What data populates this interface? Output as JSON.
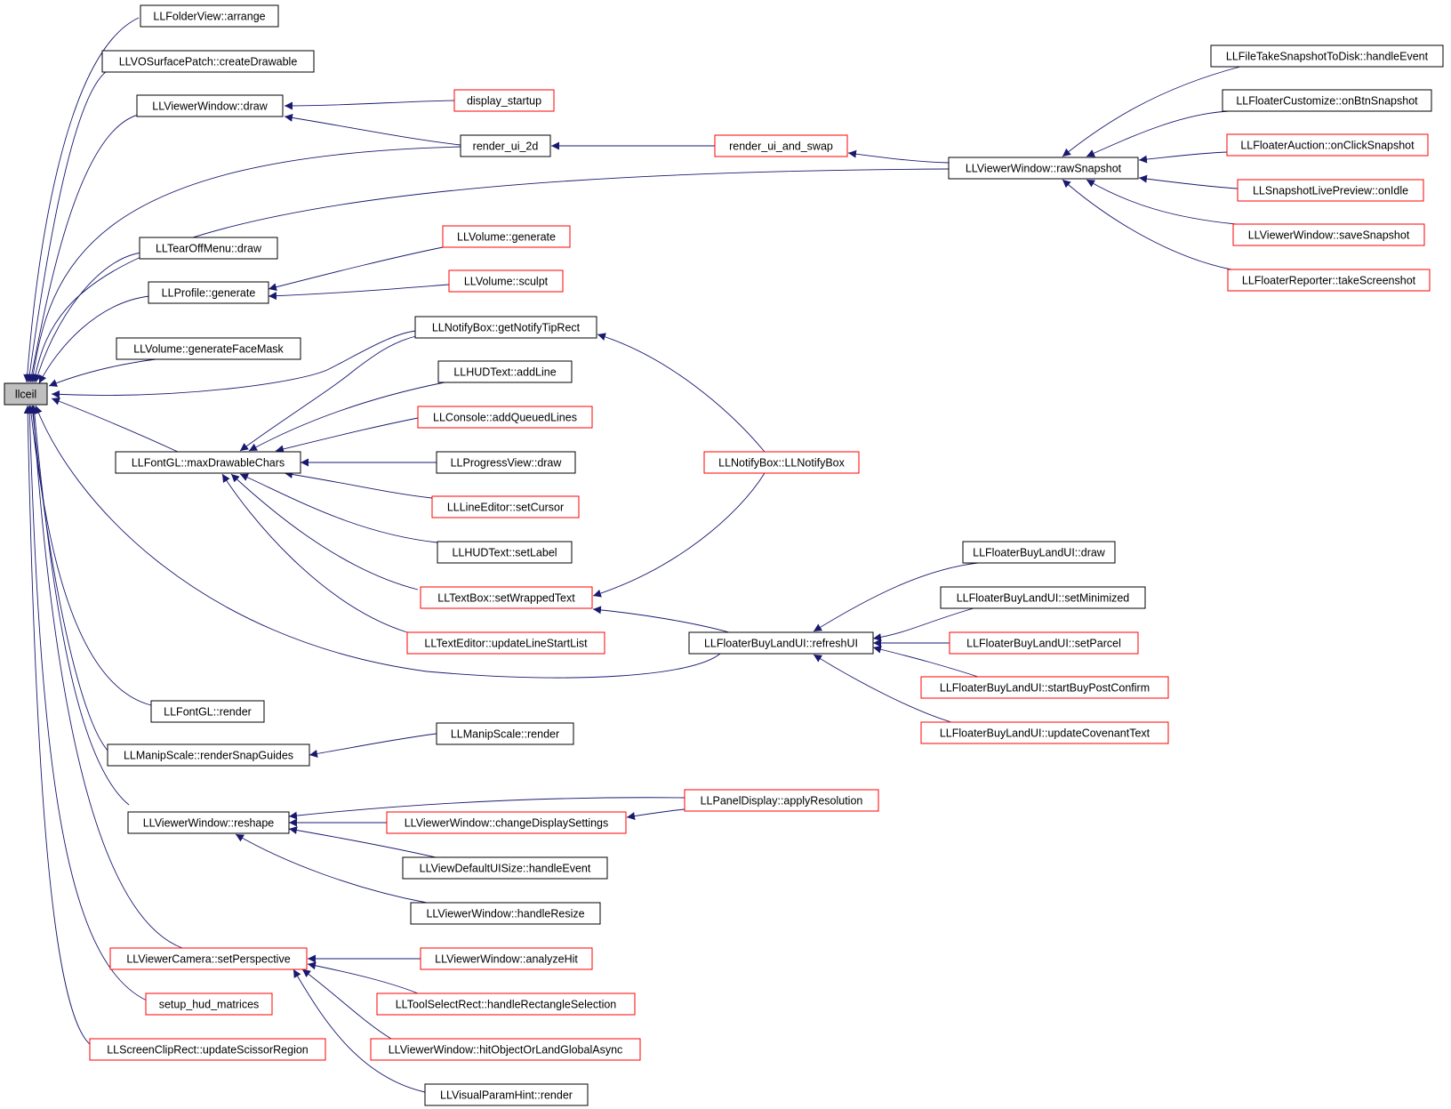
{
  "colors": {
    "edge": "#191970",
    "border_documented": "#000000",
    "border_undocumented": "#ff0000",
    "root_fill": "#bfbfbf",
    "node_fill": "#ffffff"
  },
  "nodes": [
    {
      "id": "llceil",
      "label": "llceil",
      "style": "root"
    },
    {
      "id": "n1",
      "label": "LLFolderView::arrange",
      "style": "black"
    },
    {
      "id": "n2",
      "label": "LLVOSurfacePatch::createDrawable",
      "style": "black"
    },
    {
      "id": "n3",
      "label": "LLViewerWindow::draw",
      "style": "black"
    },
    {
      "id": "n4",
      "label": "display_startup",
      "style": "red"
    },
    {
      "id": "n5",
      "label": "render_ui_2d",
      "style": "black"
    },
    {
      "id": "n6",
      "label": "render_ui_and_swap",
      "style": "red"
    },
    {
      "id": "n7",
      "label": "LLViewerWindow::rawSnapshot",
      "style": "black"
    },
    {
      "id": "n8",
      "label": "LLFileTakeSnapshotToDisk::handleEvent",
      "style": "black"
    },
    {
      "id": "n9",
      "label": "LLFloaterCustomize::onBtnSnapshot",
      "style": "black"
    },
    {
      "id": "n10",
      "label": "LLFloaterAuction::onClickSnapshot",
      "style": "red"
    },
    {
      "id": "n11",
      "label": "LLSnapshotLivePreview::onIdle",
      "style": "red"
    },
    {
      "id": "n12",
      "label": "LLViewerWindow::saveSnapshot",
      "style": "red"
    },
    {
      "id": "n13",
      "label": "LLFloaterReporter::takeScreenshot",
      "style": "red"
    },
    {
      "id": "n14",
      "label": "LLTearOffMenu::draw",
      "style": "black"
    },
    {
      "id": "n15",
      "label": "LLProfile::generate",
      "style": "black"
    },
    {
      "id": "n16",
      "label": "LLVolume::generate",
      "style": "red"
    },
    {
      "id": "n17",
      "label": "LLVolume::sculpt",
      "style": "red"
    },
    {
      "id": "n18",
      "label": "LLVolume::generateFaceMask",
      "style": "black"
    },
    {
      "id": "n19",
      "label": "LLNotifyBox::getNotifyTipRect",
      "style": "black"
    },
    {
      "id": "n20",
      "label": "LLHUDText::addLine",
      "style": "black"
    },
    {
      "id": "n21",
      "label": "LLConsole::addQueuedLines",
      "style": "red"
    },
    {
      "id": "n22",
      "label": "LLFontGL::maxDrawableChars",
      "style": "black"
    },
    {
      "id": "n23",
      "label": "LLProgressView::draw",
      "style": "black"
    },
    {
      "id": "n24",
      "label": "LLNotifyBox::LLNotifyBox",
      "style": "red"
    },
    {
      "id": "n25",
      "label": "LLLineEditor::setCursor",
      "style": "red"
    },
    {
      "id": "n26",
      "label": "LLHUDText::setLabel",
      "style": "black"
    },
    {
      "id": "n27",
      "label": "LLFloaterBuyLandUI::draw",
      "style": "black"
    },
    {
      "id": "n28",
      "label": "LLTextBox::setWrappedText",
      "style": "red"
    },
    {
      "id": "n29",
      "label": "LLFloaterBuyLandUI::setMinimized",
      "style": "black"
    },
    {
      "id": "n30",
      "label": "LLTextEditor::updateLineStartList",
      "style": "red"
    },
    {
      "id": "n31",
      "label": "LLFloaterBuyLandUI::refreshUI",
      "style": "black"
    },
    {
      "id": "n32",
      "label": "LLFloaterBuyLandUI::setParcel",
      "style": "red"
    },
    {
      "id": "n33",
      "label": "LLFloaterBuyLandUI::startBuyPostConfirm",
      "style": "red"
    },
    {
      "id": "n34",
      "label": "LLFontGL::render",
      "style": "black"
    },
    {
      "id": "n35",
      "label": "LLManipScale::render",
      "style": "black"
    },
    {
      "id": "n36",
      "label": "LLFloaterBuyLandUI::updateCovenantText",
      "style": "red"
    },
    {
      "id": "n37",
      "label": "LLManipScale::renderSnapGuides",
      "style": "black"
    },
    {
      "id": "n38",
      "label": "LLPanelDisplay::applyResolution",
      "style": "red"
    },
    {
      "id": "n39",
      "label": "LLViewerWindow::reshape",
      "style": "black"
    },
    {
      "id": "n40",
      "label": "LLViewerWindow::changeDisplaySettings",
      "style": "red"
    },
    {
      "id": "n41",
      "label": "LLViewDefaultUISize::handleEvent",
      "style": "black"
    },
    {
      "id": "n42",
      "label": "LLViewerWindow::handleResize",
      "style": "black"
    },
    {
      "id": "n43",
      "label": "LLViewerCamera::setPerspective",
      "style": "red"
    },
    {
      "id": "n44",
      "label": "LLViewerWindow::analyzeHit",
      "style": "red"
    },
    {
      "id": "n45",
      "label": "setup_hud_matrices",
      "style": "red"
    },
    {
      "id": "n46",
      "label": "LLToolSelectRect::handleRectangleSelection",
      "style": "red"
    },
    {
      "id": "n47",
      "label": "LLScreenClipRect::updateScissorRegion",
      "style": "red"
    },
    {
      "id": "n48",
      "label": "LLViewerWindow::hitObjectOrLandGlobalAsync",
      "style": "red"
    },
    {
      "id": "n49",
      "label": "LLVisualParamHint::render",
      "style": "black"
    }
  ]
}
